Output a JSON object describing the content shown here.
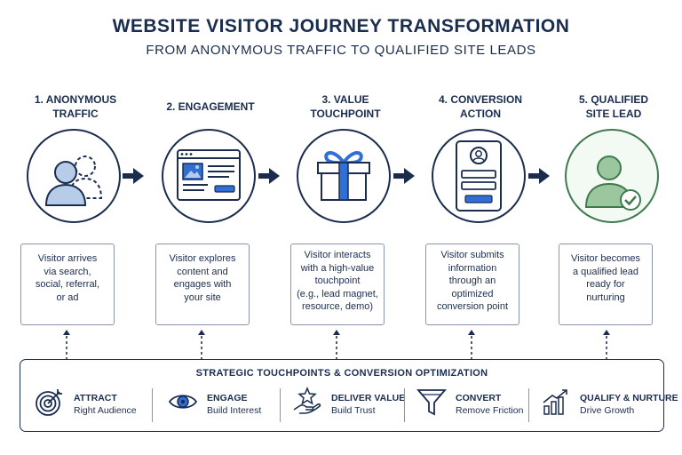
{
  "header": {
    "title": "WEBSITE VISITOR JOURNEY TRANSFORMATION",
    "subtitle": "FROM ANONYMOUS TRAFFIC TO QUALIFIED SITE LEADS"
  },
  "colors": {
    "navy": "#1b2d4f",
    "accent_blue": "#2f6fd6",
    "light_blue": "#b7cce8",
    "green": "#3f7a4f",
    "light_green": "#9cc79e"
  },
  "stages": [
    {
      "label_lines": [
        "1. ANONYMOUS",
        "TRAFFIC"
      ],
      "icon": "anonymous-users-icon",
      "desc_lines": [
        "Visitor arrives",
        "via search,",
        "social, referral,",
        "or ad"
      ]
    },
    {
      "label_lines": [
        "2. ENGAGEMENT"
      ],
      "icon": "webpage-content-icon",
      "desc_lines": [
        "Visitor explores",
        "content and",
        "engages with",
        "your site"
      ]
    },
    {
      "label_lines": [
        "3. VALUE",
        "TOUCHPOINT"
      ],
      "icon": "gift-box-icon",
      "desc_lines": [
        "Visitor interacts",
        "with a high-value",
        "touchpoint",
        "(e.g., lead magnet,",
        "resource, demo)"
      ]
    },
    {
      "label_lines": [
        "4. CONVERSION",
        "ACTION"
      ],
      "icon": "signup-form-icon",
      "desc_lines": [
        "Visitor submits",
        "information",
        "through an",
        "optimized",
        "conversion point"
      ]
    },
    {
      "label_lines": [
        "5. QUALIFIED",
        "SITE LEAD"
      ],
      "icon": "qualified-lead-check-icon",
      "desc_lines": [
        "Visitor becomes",
        "a qualified lead",
        "ready for",
        "nurturing"
      ]
    }
  ],
  "panel": {
    "title": "STRATEGIC TOUCHPOINTS & CONVERSION OPTIMIZATION",
    "items": [
      {
        "icon": "target-icon",
        "heading": "ATTRACT",
        "sub": "Right Audience"
      },
      {
        "icon": "eye-icon",
        "heading": "ENGAGE",
        "sub": "Build Interest"
      },
      {
        "icon": "hand-star-icon",
        "heading": "DELIVER VALUE",
        "sub": "Build Trust"
      },
      {
        "icon": "funnel-icon",
        "heading": "CONVERT",
        "sub": "Remove Friction"
      },
      {
        "icon": "growth-chart-icon",
        "heading": "QUALIFY & NURTURE",
        "sub": "Drive Growth"
      }
    ]
  }
}
